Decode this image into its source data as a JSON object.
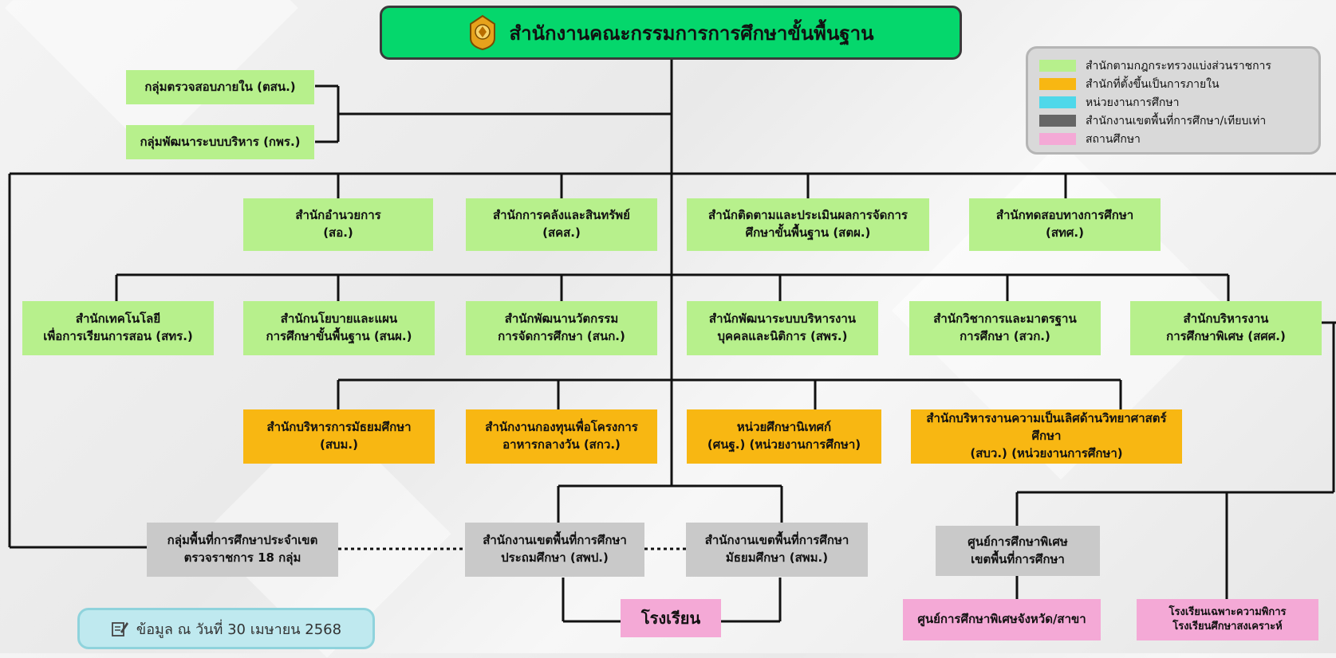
{
  "header": {
    "title": "สำนักงานคณะกรรมการการศึกษาขั้นพื้นฐาน"
  },
  "legend": {
    "items": [
      {
        "label": "สำนักตามกฎกระทรวงแบ่งส่วนราชการ",
        "color": "#b7f08c"
      },
      {
        "label": "สำนักที่ตั้งขึ้นเป็นการภายใน",
        "color": "#f8b712"
      },
      {
        "label": "หน่วยงานการศึกษา",
        "color": "#4fd8ea"
      },
      {
        "label": "สำนักงานเขตพื้นที่การศึกษา/เทียบเท่า",
        "color": "#666666"
      },
      {
        "label": "สถานศึกษา",
        "color": "#f4a9d6"
      }
    ]
  },
  "side_groups": {
    "audit": "กลุ่มตรวจสอบภายใน (ตสน.)",
    "admin_dev": "กลุ่มพัฒนาระบบบริหาร (กพร.)"
  },
  "row1": [
    "สำนักอำนวยการ\n(สอ.)",
    "สำนักการคลังและสินทรัพย์\n(สคส.)",
    "สำนักติดตามและประเมินผลการจัดการ\nศึกษาขั้นพื้นฐาน (สตผ.)",
    "สำนักทดสอบทางการศึกษา\n(สทศ.)"
  ],
  "row2": [
    "สำนักเทคโนโลยี\nเพื่อการเรียนการสอน (สทร.)",
    "สำนักนโยบายและแผน\nการศึกษาขั้นพื้นฐาน (สนผ.)",
    "สำนักพัฒนานวัตกรรม\nการจัดการศึกษา (สนก.)",
    "สำนักพัฒนาระบบบริหารงาน\nบุคคลและนิติการ (สพร.)",
    "สำนักวิชาการและมาตรฐาน\nการศึกษา (สวก.)",
    "สำนักบริหารงาน\nการศึกษาพิเศษ (สศศ.)"
  ],
  "row3": [
    "สำนักบริหารการมัธยมศึกษา\n(สบม.)",
    "สำนักงานกองทุนเพื่อโครงการ\nอาหารกลางวัน (สกว.)",
    "หน่วยศึกษานิเทศก์\n(ศนฐ.) (หน่วยงานการศึกษา)",
    "สำนักบริหารงานความเป็นเลิศด้านวิทยาศาสตร์ศึกษา\n(สบว.) (หน่วยงานการศึกษา)"
  ],
  "row4": {
    "inspection_group": "กลุ่มพื้นที่การศึกษาประจำเขต\nตรวจราชการ  18 กลุ่ม",
    "primary_office": "สำนักงานเขตพื้นที่การศึกษา\nประถมศึกษา (สพป.)",
    "secondary_office": "สำนักงานเขตพื้นที่การศึกษา\nมัธยมศึกษา (สพม.)",
    "special_center": "ศูนย์การศึกษาพิเศษ\nเขตพื้นที่การศึกษา"
  },
  "bottom": {
    "schools": "โรงเรียน",
    "provincial_center": "ศูนย์การศึกษาพิเศษจังหวัด/สาขา",
    "special_schools": "โรงเรียนเฉพาะความพิการ\nโรงเรียนศึกษาสงเคราะห์"
  },
  "note": {
    "text": "ข้อมูล ณ วันที่  30  เมษายน  2568"
  }
}
